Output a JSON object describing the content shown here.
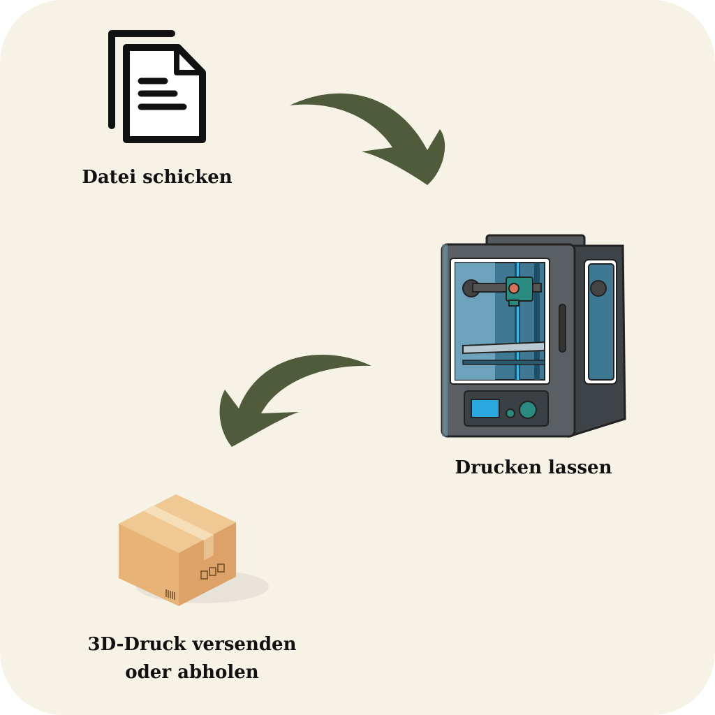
{
  "steps": [
    {
      "label": "Datei schicken",
      "icon": "document-icon"
    },
    {
      "label": "Drucken lassen",
      "icon": "3d-printer-icon"
    },
    {
      "label_line1": "3D-Druck versenden",
      "label_line2": "oder abholen",
      "icon": "cardboard-box-icon"
    }
  ],
  "colors": {
    "background": "#f6f2e6",
    "arrow": "#4f5b3a",
    "text": "#111111"
  }
}
